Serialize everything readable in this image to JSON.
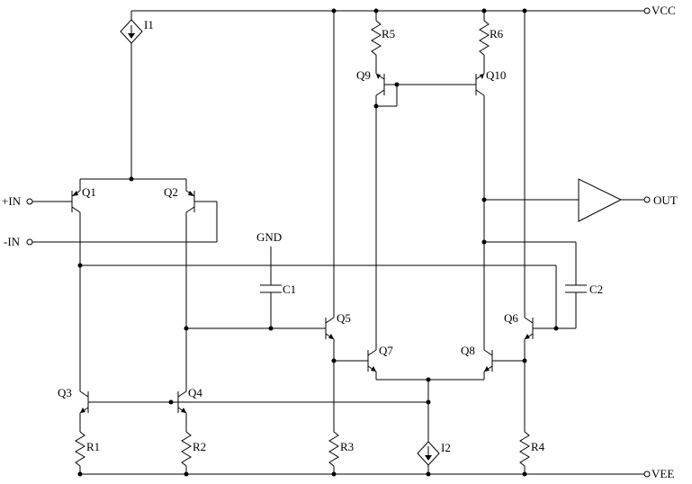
{
  "ports": {
    "vcc": "VCC",
    "vee": "VEE",
    "in_plus": "+IN",
    "in_minus": "-IN",
    "out": "OUT",
    "gnd": "GND"
  },
  "transistors": {
    "q1": "Q1",
    "q2": "Q2",
    "q3": "Q3",
    "q4": "Q4",
    "q5": "Q5",
    "q6": "Q6",
    "q7": "Q7",
    "q8": "Q8",
    "q9": "Q9",
    "q10": "Q10"
  },
  "resistors": {
    "r1": "R1",
    "r2": "R2",
    "r3": "R3",
    "r4": "R4",
    "r5": "R5",
    "r6": "R6"
  },
  "capacitors": {
    "c1": "C1",
    "c2": "C2"
  },
  "sources": {
    "i1": "I1",
    "i2": "I2"
  }
}
